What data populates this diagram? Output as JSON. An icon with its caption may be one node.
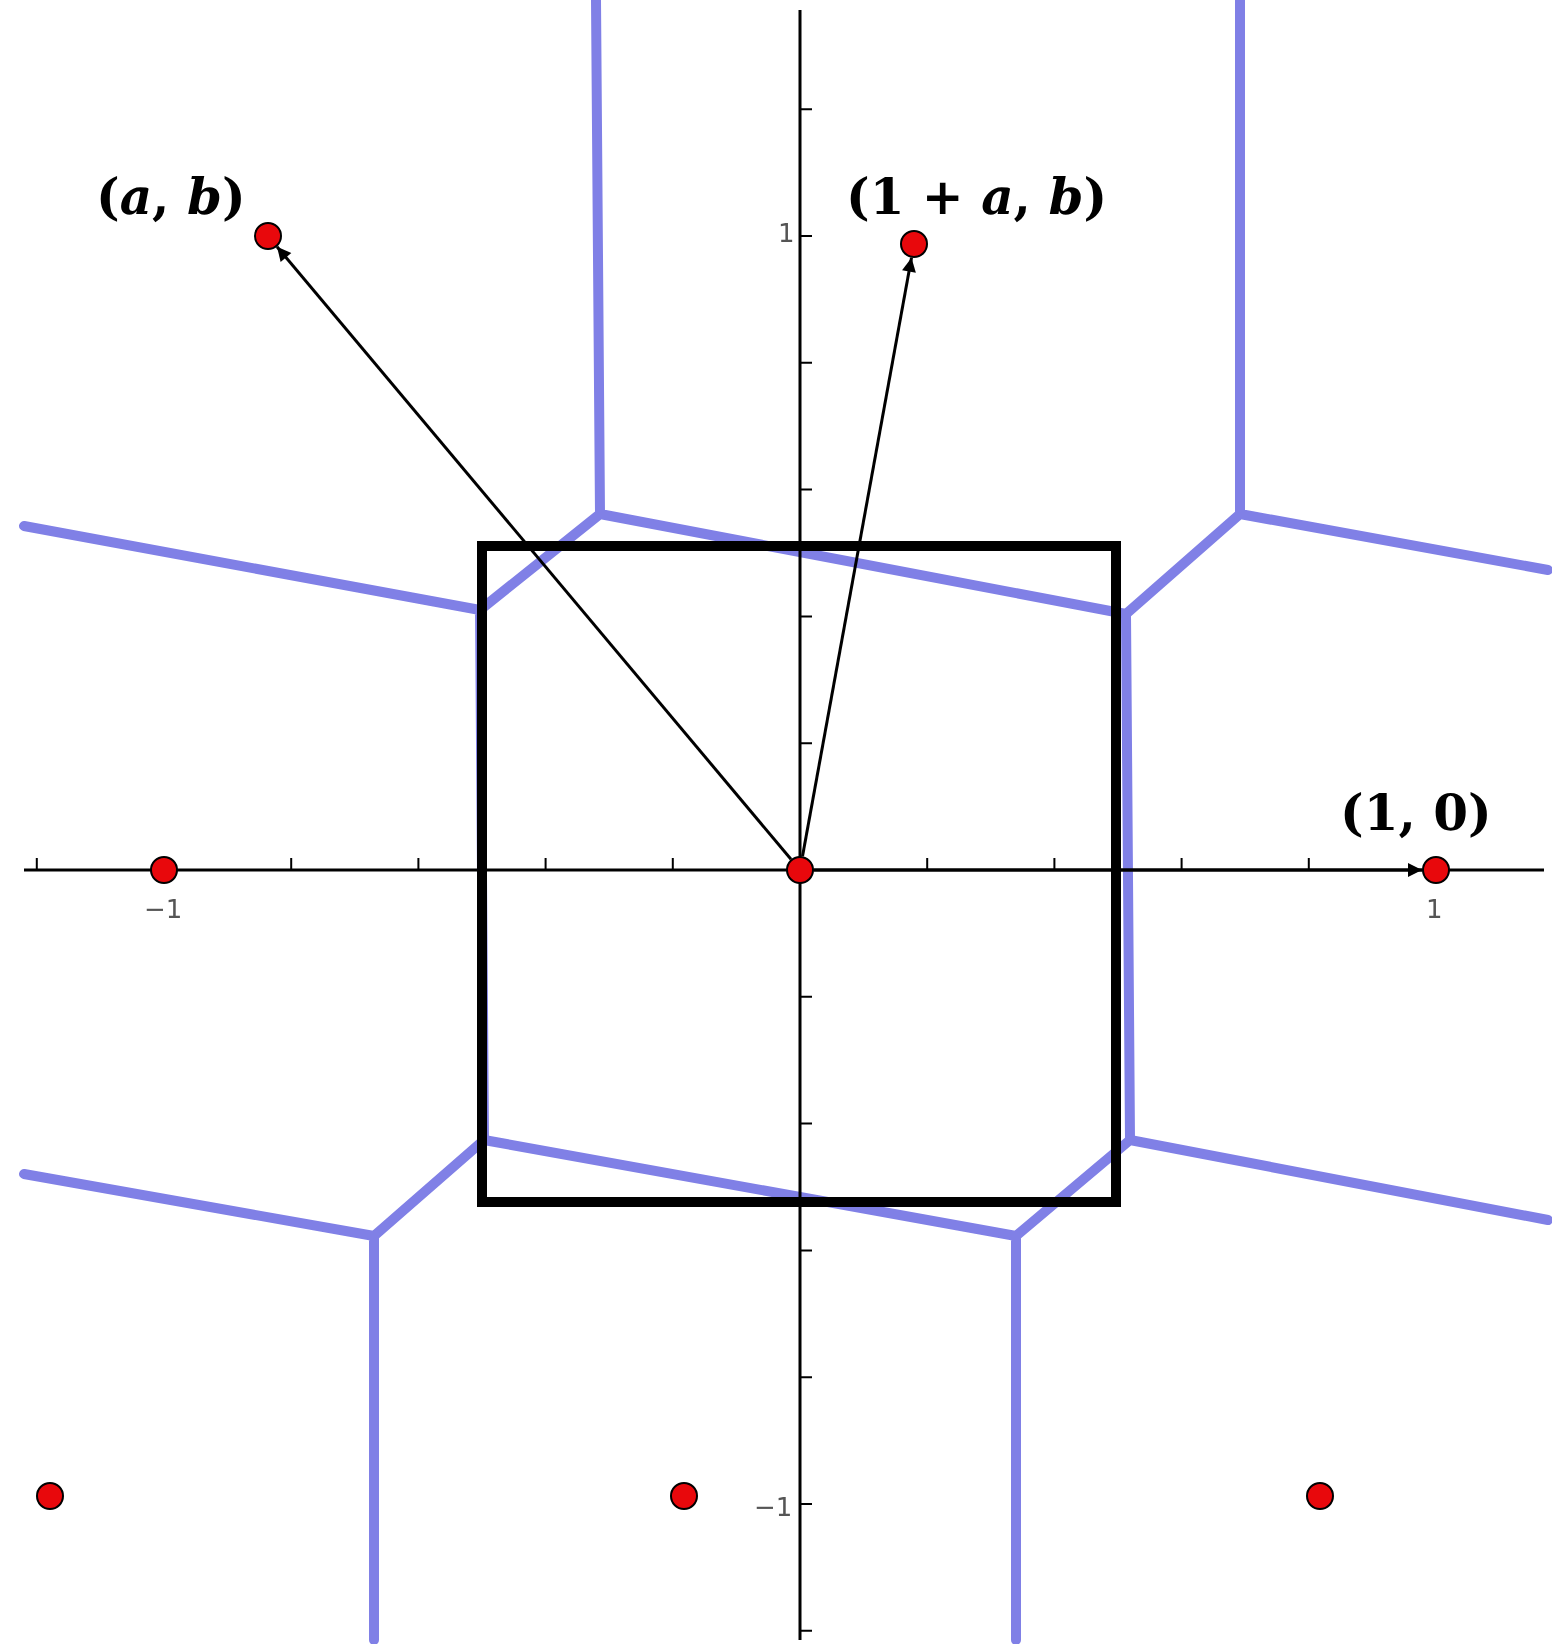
{
  "diagram": {
    "nodes": [
      {
        "text": [],
        "shape": "circle",
        "beside": [
          "(*a*, *b*)"
        ]
      },
      {
        "text": [],
        "shape": "circle",
        "beside": [
          "(1 + *a*, *b*)"
        ]
      },
      {
        "text": [],
        "shape": "circle"
      },
      {
        "text": [],
        "shape": "circle"
      },
      {
        "text": [],
        "shape": "circle",
        "beside": [
          "(1, 0)"
        ]
      },
      {
        "text": [],
        "shape": "circle"
      },
      {
        "text": [],
        "shape": "circle"
      },
      {
        "text": [],
        "shape": "circle"
      }
    ],
    "edges": [
      {
        "from": 3,
        "to": 0,
        "arrow": "to"
      },
      {
        "from": 3,
        "to": 1,
        "arrow": "to"
      },
      {
        "from": 3,
        "to": 4,
        "arrow": "to"
      }
    ],
    "labels": [
      "1",
      "−1",
      "1",
      "−1"
    ]
  }
}
